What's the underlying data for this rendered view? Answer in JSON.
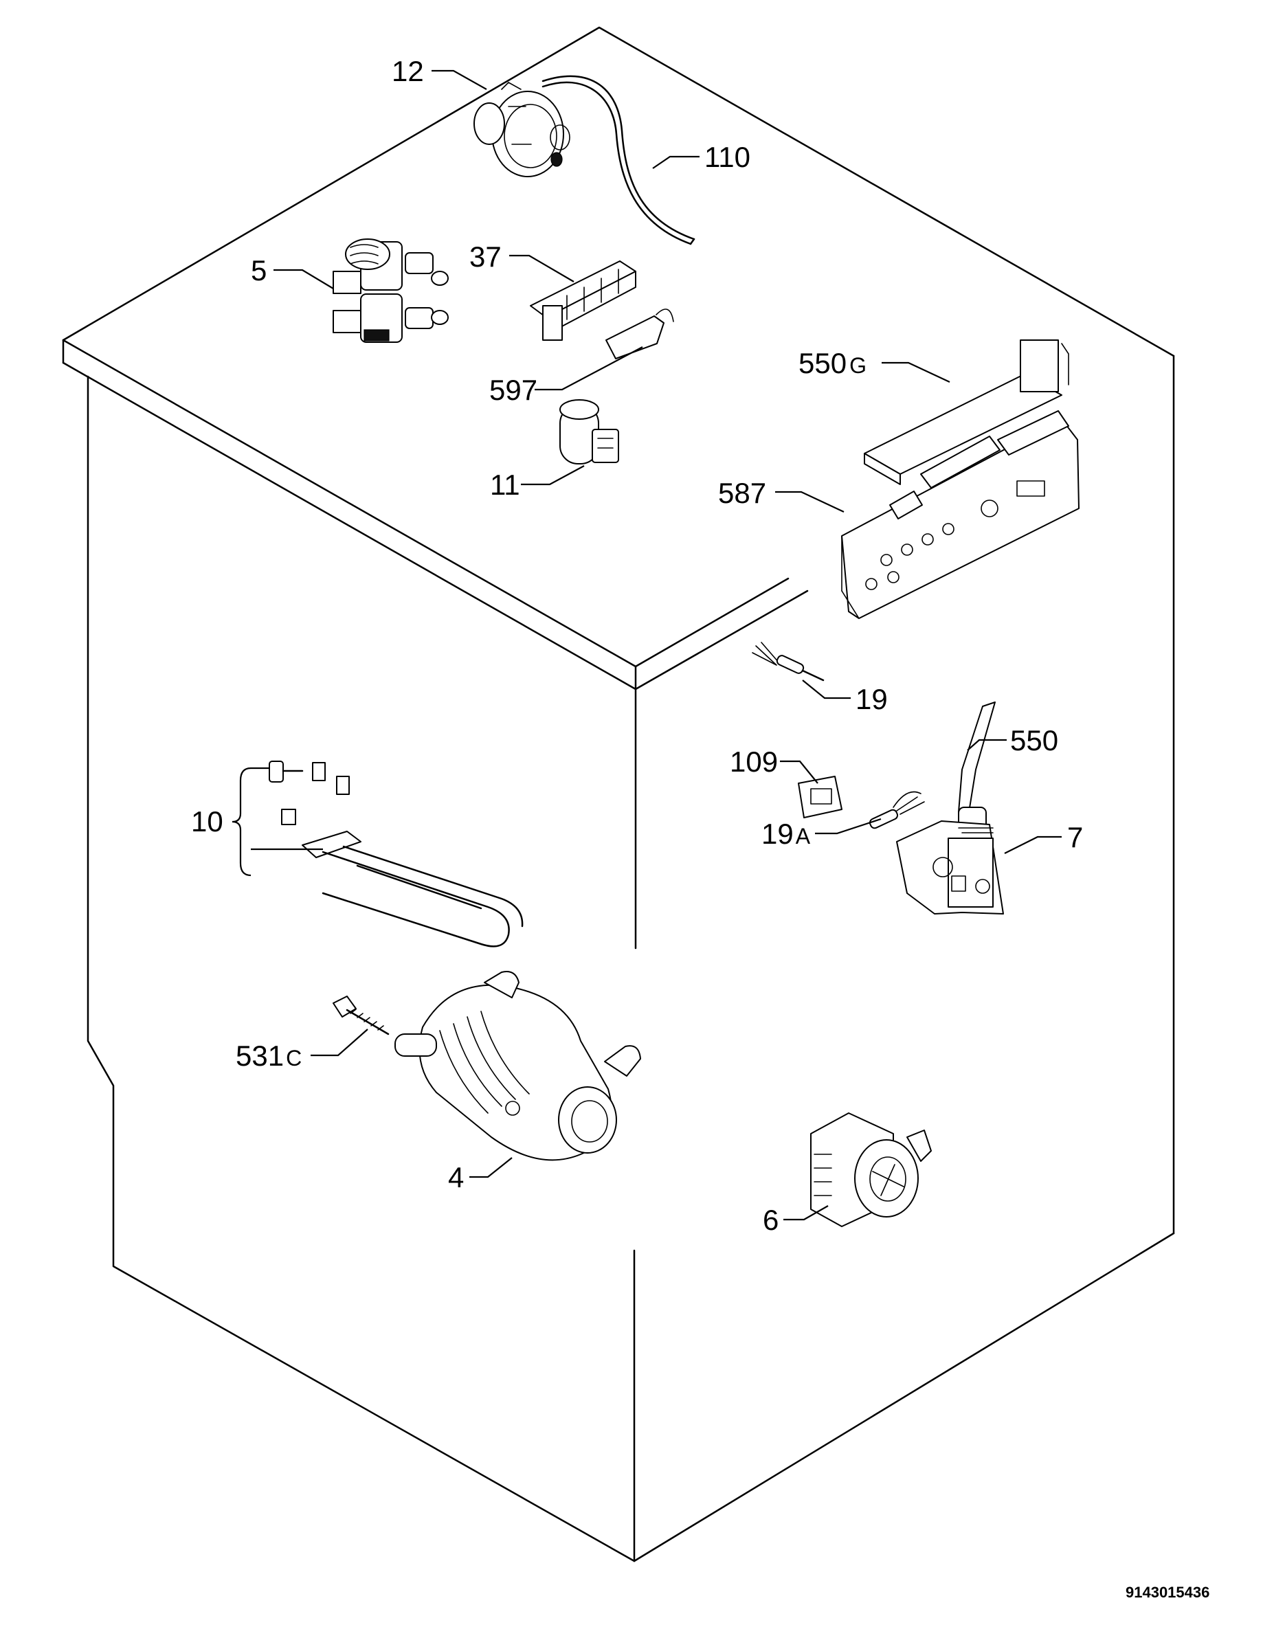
{
  "callouts": [
    {
      "id": "12",
      "text": "12",
      "suffix": ""
    },
    {
      "id": "110",
      "text": "110",
      "suffix": ""
    },
    {
      "id": "5",
      "text": "5",
      "suffix": ""
    },
    {
      "id": "37",
      "text": "37",
      "suffix": ""
    },
    {
      "id": "597",
      "text": "597",
      "suffix": ""
    },
    {
      "id": "11",
      "text": "11",
      "suffix": ""
    },
    {
      "id": "550g",
      "text": "550",
      "suffix": "G"
    },
    {
      "id": "587",
      "text": "587",
      "suffix": ""
    },
    {
      "id": "19",
      "text": "19",
      "suffix": ""
    },
    {
      "id": "550",
      "text": "550",
      "suffix": ""
    },
    {
      "id": "109",
      "text": "109",
      "suffix": ""
    },
    {
      "id": "19a",
      "text": "19",
      "suffix": "A"
    },
    {
      "id": "7",
      "text": "7",
      "suffix": ""
    },
    {
      "id": "10",
      "text": "10",
      "suffix": ""
    },
    {
      "id": "531c",
      "text": "531",
      "suffix": "C"
    },
    {
      "id": "4",
      "text": "4",
      "suffix": ""
    },
    {
      "id": "6",
      "text": "6",
      "suffix": ""
    }
  ],
  "document_number": "9143015436"
}
